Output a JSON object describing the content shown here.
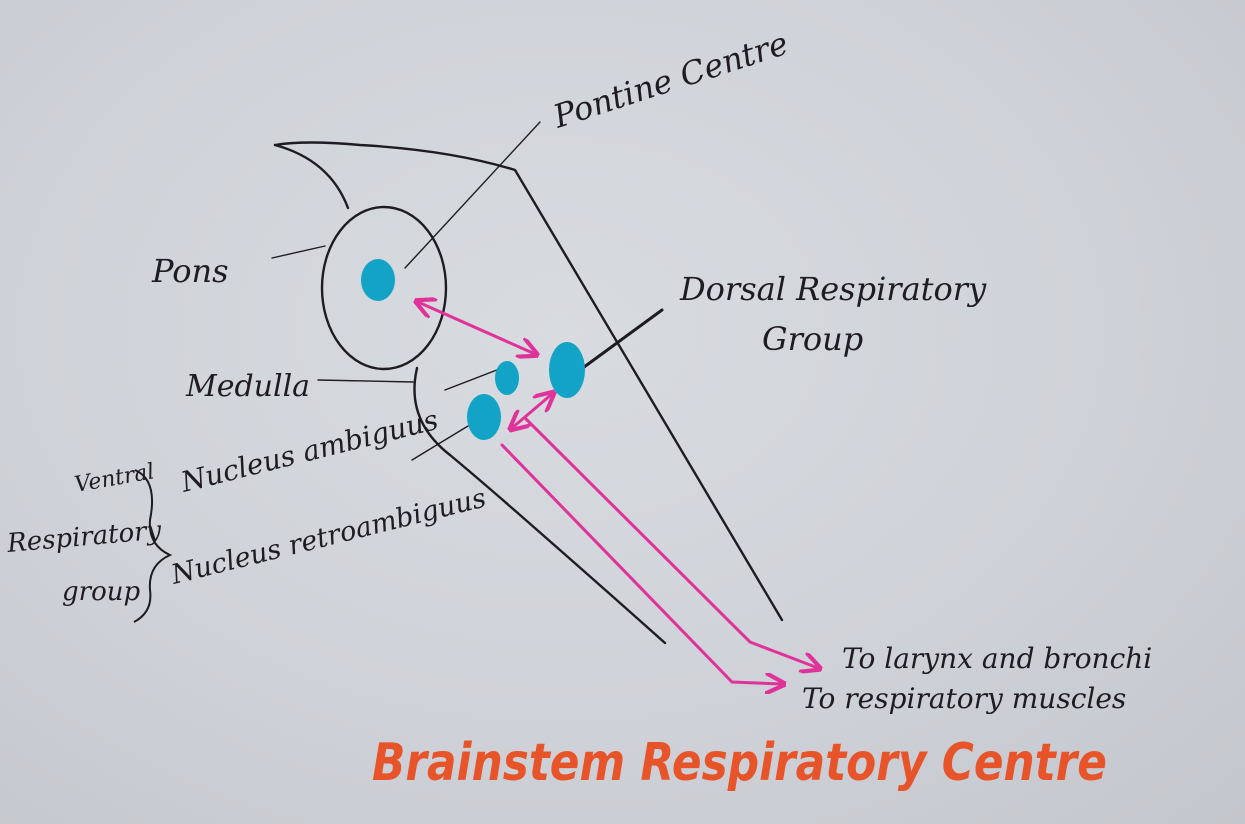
{
  "labels": {
    "pontine_centre": "Pontine Centre",
    "pons": "Pons",
    "medulla": "Medulla",
    "dorsal_line1": "Dorsal Respiratory",
    "dorsal_line2": "Group",
    "nucleus_ambiguus": "Nucleus ambiguus",
    "nucleus_retroambiguus": "Nucleus retroambiguus",
    "ventral_line1": "Ventral",
    "ventral_line2": "Respiratory",
    "ventral_line3": "group",
    "to_larynx": "To larynx and bronchi",
    "to_muscles": "To respiratory muscles"
  },
  "title": "Brainstem Respiratory Centre",
  "colors": {
    "ink": "#1f1b22",
    "nucleus": "#12a3c7",
    "arrow": "#e0339a",
    "title": "#e8542a"
  }
}
